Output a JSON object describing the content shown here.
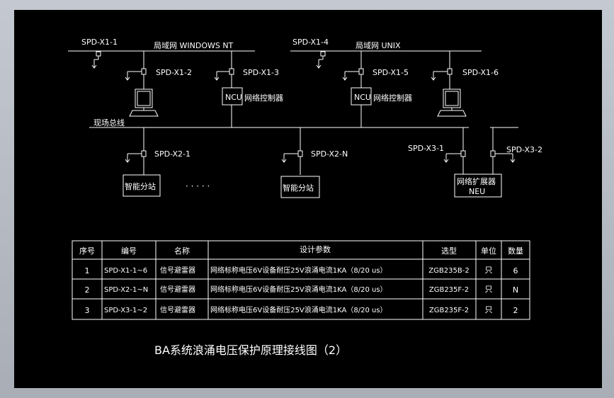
{
  "colors": {
    "background": "#000000",
    "lines": "#ffffff",
    "frame": "#b8bcc4"
  },
  "network": {
    "lan1": {
      "label": "局域网  WINDOWS NT",
      "spd": "SPD-X1-1"
    },
    "lan2": {
      "label": "局域网  UNIX",
      "spd": "SPD-X1-4"
    },
    "spd_x1_2": "SPD-X1-2",
    "spd_x1_3": "SPD-X1-3",
    "spd_x1_5": "SPD-X1-5",
    "spd_x1_6": "SPD-X1-6",
    "ncu_label": "NCU",
    "ncu_caption": "网络控制器",
    "field_bus": "现场总线",
    "spd_x2_1": "SPD-X2-1",
    "spd_x2_n": "SPD-X2-N",
    "spd_x3_1": "SPD-X3-1",
    "spd_x3_2": "SPD-X3-2",
    "substation_label": "智能分站",
    "ellipsis": "·  ·  ·  ·  ·",
    "extender_line1": "网络扩展器",
    "extender_line2": "NEU",
    "icons": {
      "computer": "computer-icon",
      "ground": "ground-arrow-icon"
    }
  },
  "table": {
    "headers": [
      "序号",
      "编号",
      "名称",
      "设计参数",
      "选型",
      "单位",
      "数量"
    ],
    "rows": [
      [
        "1",
        "SPD-X1-1~6",
        "信号避雷器",
        "网络标称电压6V设备耐压25V浪涌电流1KA（8/20 us）",
        "ZGB235B-2",
        "只",
        "6"
      ],
      [
        "2",
        "SPD-X2-1~N",
        "信号避雷器",
        "网络标称电压6V设备耐压25V浪涌电流1KA（8/20 us）",
        "ZGB235F-2",
        "只",
        "N"
      ],
      [
        "3",
        "SPD-X3-1~2",
        "信号避雷器",
        "网络标称电压6V设备耐压25V浪涌电流1KA（8/20 us）",
        "ZGB235F-2",
        "只",
        "2"
      ]
    ]
  },
  "title": "BA系统浪涌电压保护原理接线图（2）"
}
